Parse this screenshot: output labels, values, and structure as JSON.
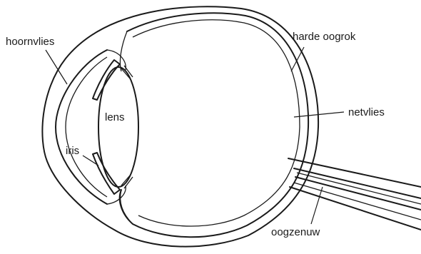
{
  "diagram": {
    "labels": {
      "cornea": "hoornvlies",
      "sclera": "harde oogrok",
      "lens": "lens",
      "retina": "netvlies",
      "iris": "iris",
      "optic_nerve": "oogzenuw"
    }
  }
}
